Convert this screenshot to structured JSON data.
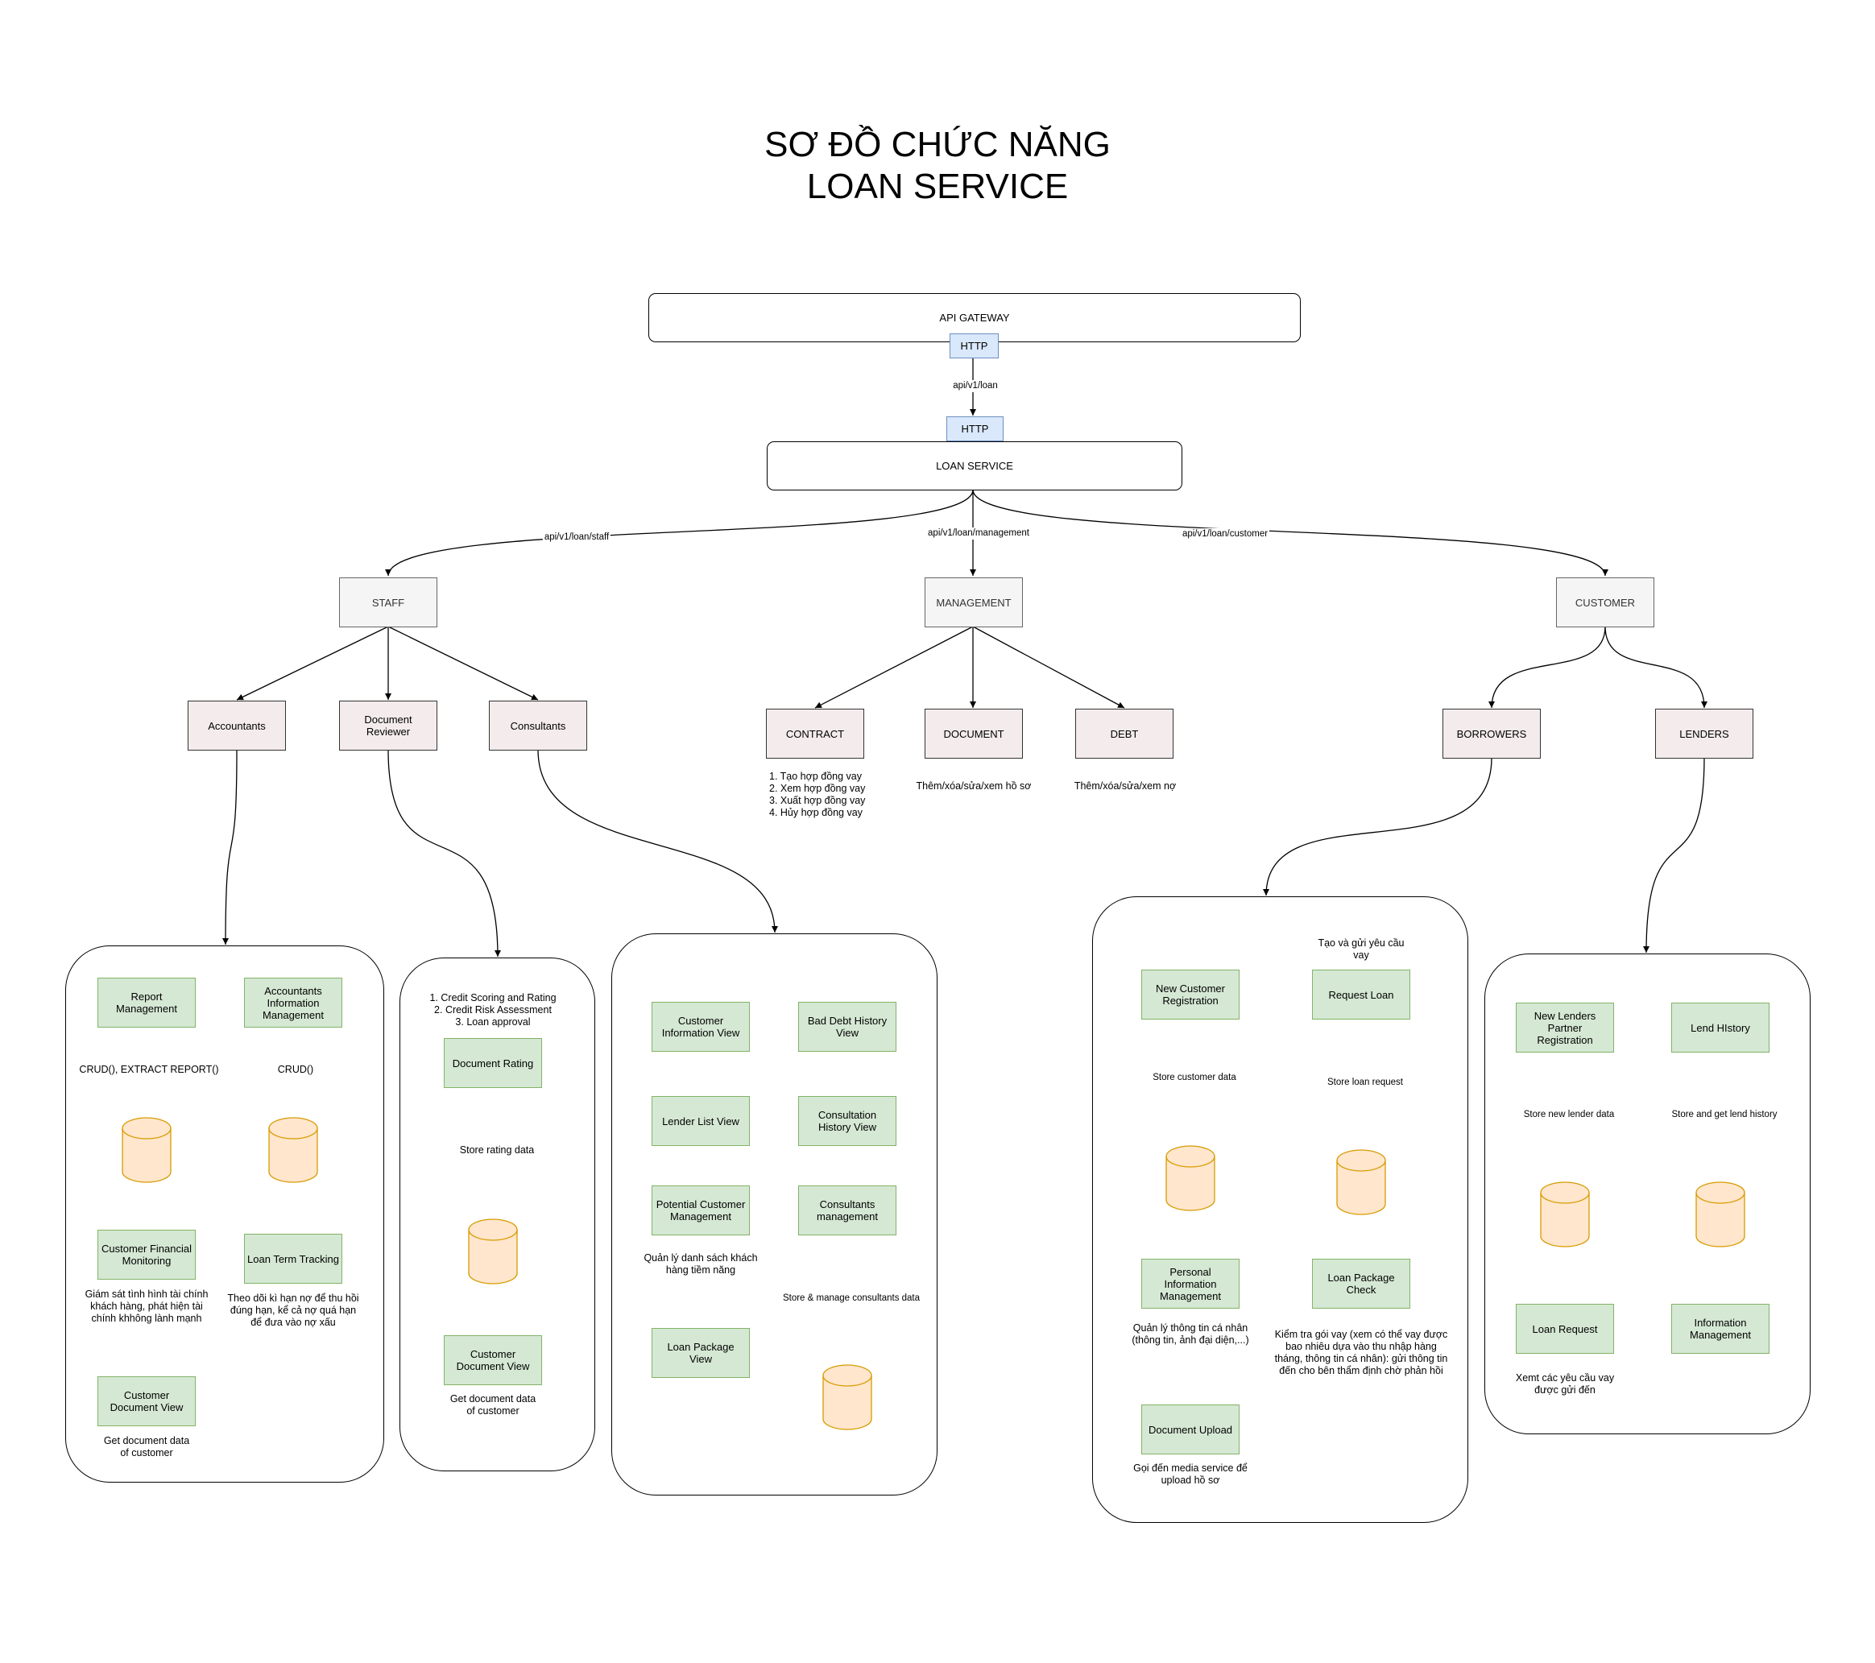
{
  "title": {
    "line1": "SƠ ĐỒ CHỨC NĂNG",
    "line2": "LOAN SERVICE"
  },
  "gateway": {
    "label": "API GATEWAY",
    "http_out": "HTTP"
  },
  "route_loan": "api/v1/loan",
  "loan_service": {
    "label": "LOAN SERVICE",
    "http_in": "HTTP"
  },
  "routes": {
    "staff": "api/v1/loan/staff",
    "management": "api/v1/loan/management",
    "customer": "api/v1/loan/customer"
  },
  "groups": {
    "staff": "STAFF",
    "management": "MANAGEMENT",
    "customer": "CUSTOMER"
  },
  "staff_roles": {
    "accountants": "Accountants",
    "reviewer": "Document Reviewer",
    "consultants": "Consultants"
  },
  "management_items": {
    "contract": "CONTRACT",
    "document": "DOCUMENT",
    "debt": "DEBT",
    "contract_notes": [
      "1. Tạo hợp đồng vay",
      "2. Xem hợp đồng vay",
      "3. Xuất hợp đồng vay",
      "4. Hủy hợp đồng vay"
    ],
    "document_note": "Thêm/xóa/sửa/xem hồ sơ",
    "debt_note": "Thêm/xóa/sửa/xem nợ"
  },
  "customer_roles": {
    "borrowers": "BORROWERS",
    "lenders": "LENDERS"
  },
  "accountants_panel": {
    "report_management": "Report Management",
    "accountants_info": "Accountants Information Management",
    "crud_report": "CRUD(), EXTRACT REPORT()",
    "crud": "CRUD()",
    "financial_monitoring": "Customer Financial Monitoring",
    "financial_note": "Giám sát tình hình tài chính khách hàng, phát hiện tài chính khhông lành mạnh",
    "loan_term_tracking": "Loan Term Tracking",
    "loan_term_note": "Theo dõi kì hạn nợ để thu hồi đúng hạn, kể cả nợ quá hạn để đưa vào nợ xấu",
    "document_view": "Customer Document View",
    "document_view_note": "Get document data of customer"
  },
  "reviewer_panel": {
    "tasks": [
      "1. Credit Scoring and Rating",
      "2. Credit Risk Assessment",
      "3. Loan approval"
    ],
    "document_rating": "Document Rating",
    "store_rating": "Store rating data",
    "document_view": "Customer Document View",
    "document_view_note": "Get document data of customer"
  },
  "consultants_panel": {
    "customer_info_view": "Customer Information View",
    "bad_debt_history": "Bad Debt History View",
    "lender_list": "Lender List View",
    "consultation_history": "Consultation History View",
    "potential_customer": "Potential Customer Management",
    "potential_note": "Quản lý danh sách khách hàng tiềm năng",
    "consultants_management": "Consultants management",
    "store_manage": "Store & manage consultants data",
    "loan_package_view": "Loan Package View"
  },
  "borrowers_panel": {
    "new_customer": "New Customer Registration",
    "request_note": "Tạo và gửi yêu cầu vay",
    "request_loan": "Request Loan",
    "store_customer": "Store customer data",
    "store_loan": "Store loan request",
    "personal_info": "Personal Information Management",
    "personal_note": "Quản lý thông tin cá nhân (thông tin, ảnh đại diện,...)",
    "loan_package_check": "Loan Package Check",
    "package_note": "Kiểm tra gói vay (xem có thể vay được bao nhiêu dựa vào thu nhập hàng tháng, thông tin cá nhân): gửi thông tin đến cho bên thẩm định chờ phản hồi",
    "document_upload": "Document Upload",
    "upload_note": "Gọi đến media service để upload hồ sơ"
  },
  "lenders_panel": {
    "new_lender": "New Lenders Partner Registration",
    "lend_history": "Lend HIstory",
    "store_lender": "Store new lender data",
    "store_history": "Store and get lend history",
    "loan_request": "Loan Request",
    "loan_request_note": "Xemt các yêu cầu vay được gửi đến",
    "information_management": "Information Management"
  },
  "colors": {
    "http_fill": "#dae8fc",
    "http_stroke": "#6c8ebf",
    "group_fill": "#f5f5f5",
    "role_fill": "#f4ecec",
    "feature_fill": "#d5e8d4",
    "feature_stroke": "#82b366",
    "db_fill": "#ffe6cc",
    "db_stroke": "#d79b00"
  }
}
